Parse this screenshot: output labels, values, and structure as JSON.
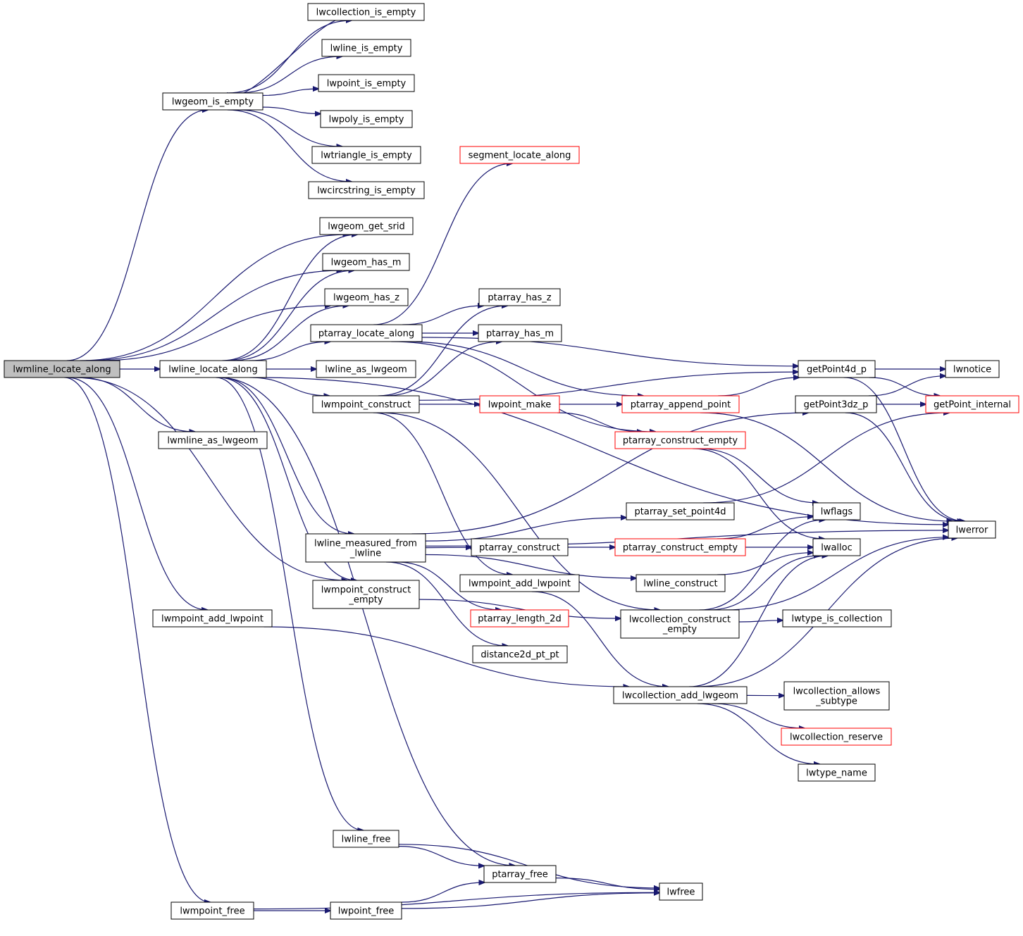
{
  "colors": {
    "edge": "#191970",
    "node_border": "#000000",
    "node_fill": "#ffffff",
    "incomplete_border": "#ff0000",
    "root_fill": "#bfbfbf",
    "text": "#000000"
  },
  "nodes": {
    "n_root": {
      "lines": [
        "lwmline_locate_along"
      ],
      "style": "root"
    },
    "n_lwline_locate_along": {
      "lines": [
        "lwline_locate_along"
      ],
      "style": "normal"
    },
    "n_lwgeom_is_empty": {
      "lines": [
        "lwgeom_is_empty"
      ],
      "style": "normal"
    },
    "n_lwcollection_is_empty": {
      "lines": [
        "lwcollection_is_empty"
      ],
      "style": "normal"
    },
    "n_lwline_is_empty": {
      "lines": [
        "lwline_is_empty"
      ],
      "style": "normal"
    },
    "n_lwpoint_is_empty": {
      "lines": [
        "lwpoint_is_empty"
      ],
      "style": "normal"
    },
    "n_lwpoly_is_empty": {
      "lines": [
        "lwpoly_is_empty"
      ],
      "style": "normal"
    },
    "n_lwtriangle_is_empty": {
      "lines": [
        "lwtriangle_is_empty"
      ],
      "style": "normal"
    },
    "n_lwcircstring_is_empty": {
      "lines": [
        "lwcircstring_is_empty"
      ],
      "style": "normal"
    },
    "n_lwgeom_get_srid": {
      "lines": [
        "lwgeom_get_srid"
      ],
      "style": "normal"
    },
    "n_lwgeom_has_m": {
      "lines": [
        "lwgeom_has_m"
      ],
      "style": "normal"
    },
    "n_lwgeom_has_z": {
      "lines": [
        "lwgeom_has_z"
      ],
      "style": "normal"
    },
    "n_ptarray_locate_along": {
      "lines": [
        "ptarray_locate_along"
      ],
      "style": "normal"
    },
    "n_lwline_as_lwgeom": {
      "lines": [
        "lwline_as_lwgeom"
      ],
      "style": "normal"
    },
    "n_lwmpoint_construct": {
      "lines": [
        "lwmpoint_construct"
      ],
      "style": "normal"
    },
    "n_lwmline_as_lwgeom": {
      "lines": [
        "lwmline_as_lwgeom"
      ],
      "style": "normal"
    },
    "n_lwline_measured_from_lwline": {
      "lines": [
        "lwline_measured_from",
        "_lwline"
      ],
      "style": "normal"
    },
    "n_lwmpoint_construct_empty": {
      "lines": [
        "lwmpoint_construct",
        "_empty"
      ],
      "style": "normal"
    },
    "n_lwmpoint_add_lwpoint_left": {
      "lines": [
        "lwmpoint_add_lwpoint"
      ],
      "style": "normal"
    },
    "n_lwline_free": {
      "lines": [
        "lwline_free"
      ],
      "style": "normal"
    },
    "n_lwmpoint_free": {
      "lines": [
        "lwmpoint_free"
      ],
      "style": "normal"
    },
    "n_segment_locate_along": {
      "lines": [
        "segment_locate_along"
      ],
      "style": "incomplete"
    },
    "n_ptarray_has_z": {
      "lines": [
        "ptarray_has_z"
      ],
      "style": "normal"
    },
    "n_ptarray_has_m": {
      "lines": [
        "ptarray_has_m"
      ],
      "style": "normal"
    },
    "n_lwpoint_make": {
      "lines": [
        "lwpoint_make"
      ],
      "style": "incomplete"
    },
    "n_ptarray_construct": {
      "lines": [
        "ptarray_construct"
      ],
      "style": "normal"
    },
    "n_lwmpoint_add_lwpoint_mid": {
      "lines": [
        "lwmpoint_add_lwpoint"
      ],
      "style": "normal"
    },
    "n_ptarray_length_2d": {
      "lines": [
        "ptarray_length_2d"
      ],
      "style": "incomplete"
    },
    "n_distance2d_pt_pt": {
      "lines": [
        "distance2d_pt_pt"
      ],
      "style": "normal"
    },
    "n_ptarray_free": {
      "lines": [
        "ptarray_free"
      ],
      "style": "normal"
    },
    "n_lwpoint_free": {
      "lines": [
        "lwpoint_free"
      ],
      "style": "normal"
    },
    "n_ptarray_append_point": {
      "lines": [
        "ptarray_append_point"
      ],
      "style": "incomplete"
    },
    "n_ptarray_construct_empty_a": {
      "lines": [
        "ptarray_construct_empty"
      ],
      "style": "incomplete"
    },
    "n_ptarray_set_point4d": {
      "lines": [
        "ptarray_set_point4d"
      ],
      "style": "normal"
    },
    "n_ptarray_construct_empty_b": {
      "lines": [
        "ptarray_construct_empty"
      ],
      "style": "incomplete"
    },
    "n_lwline_construct": {
      "lines": [
        "lwline_construct"
      ],
      "style": "normal"
    },
    "n_lwcollection_construct_empty": {
      "lines": [
        "lwcollection_construct",
        "_empty"
      ],
      "style": "normal"
    },
    "n_lwcollection_add_lwgeom": {
      "lines": [
        "lwcollection_add_lwgeom"
      ],
      "style": "normal"
    },
    "n_lwfree": {
      "lines": [
        "lwfree"
      ],
      "style": "normal"
    },
    "n_getPoint4d_p": {
      "lines": [
        "getPoint4d_p"
      ],
      "style": "normal"
    },
    "n_getPoint3dz_p": {
      "lines": [
        "getPoint3dz_p"
      ],
      "style": "normal"
    },
    "n_lwflags": {
      "lines": [
        "lwflags"
      ],
      "style": "normal"
    },
    "n_lwalloc": {
      "lines": [
        "lwalloc"
      ],
      "style": "normal"
    },
    "n_lwtype_is_collection": {
      "lines": [
        "lwtype_is_collection"
      ],
      "style": "normal"
    },
    "n_lwcollection_allows_subtype": {
      "lines": [
        "lwcollection_allows",
        "_subtype"
      ],
      "style": "normal"
    },
    "n_lwcollection_reserve": {
      "lines": [
        "lwcollection_reserve"
      ],
      "style": "incomplete"
    },
    "n_lwtype_name": {
      "lines": [
        "lwtype_name"
      ],
      "style": "normal"
    },
    "n_lwnotice": {
      "lines": [
        "lwnotice"
      ],
      "style": "normal"
    },
    "n_getPoint_internal": {
      "lines": [
        "getPoint_internal"
      ],
      "style": "incomplete"
    },
    "n_lwerror": {
      "lines": [
        "lwerror"
      ],
      "style": "normal"
    }
  },
  "edges": [
    [
      "n_root",
      "n_lwline_locate_along"
    ],
    [
      "n_root",
      "n_lwgeom_is_empty"
    ],
    [
      "n_root",
      "n_lwgeom_get_srid"
    ],
    [
      "n_root",
      "n_lwgeom_has_m"
    ],
    [
      "n_root",
      "n_lwgeom_has_z"
    ],
    [
      "n_root",
      "n_lwmline_as_lwgeom"
    ],
    [
      "n_root",
      "n_lwmpoint_add_lwpoint_left"
    ],
    [
      "n_root",
      "n_lwmpoint_free"
    ],
    [
      "n_root",
      "n_lwmpoint_construct_empty"
    ],
    [
      "n_lwgeom_is_empty",
      "n_lwcollection_is_empty"
    ],
    [
      "n_lwcollection_is_empty",
      "n_lwgeom_is_empty"
    ],
    [
      "n_lwgeom_is_empty",
      "n_lwline_is_empty"
    ],
    [
      "n_lwgeom_is_empty",
      "n_lwpoint_is_empty"
    ],
    [
      "n_lwgeom_is_empty",
      "n_lwpoly_is_empty"
    ],
    [
      "n_lwgeom_is_empty",
      "n_lwtriangle_is_empty"
    ],
    [
      "n_lwgeom_is_empty",
      "n_lwcircstring_is_empty"
    ],
    [
      "n_lwline_locate_along",
      "n_lwgeom_get_srid"
    ],
    [
      "n_lwline_locate_along",
      "n_lwgeom_has_m"
    ],
    [
      "n_lwline_locate_along",
      "n_lwgeom_has_z"
    ],
    [
      "n_lwline_locate_along",
      "n_ptarray_locate_along"
    ],
    [
      "n_lwline_locate_along",
      "n_lwline_as_lwgeom"
    ],
    [
      "n_lwline_locate_along",
      "n_lwmpoint_construct"
    ],
    [
      "n_lwline_locate_along",
      "n_lwline_measured_from_lwline"
    ],
    [
      "n_lwline_locate_along",
      "n_lwmpoint_construct_empty"
    ],
    [
      "n_lwline_locate_along",
      "n_lwline_free"
    ],
    [
      "n_lwline_locate_along",
      "n_ptarray_free"
    ],
    [
      "n_lwline_locate_along",
      "n_lwerror"
    ],
    [
      "n_ptarray_locate_along",
      "n_segment_locate_along"
    ],
    [
      "n_ptarray_locate_along",
      "n_ptarray_has_z"
    ],
    [
      "n_ptarray_locate_along",
      "n_ptarray_has_m"
    ],
    [
      "n_ptarray_locate_along",
      "n_getPoint4d_p"
    ],
    [
      "n_ptarray_locate_along",
      "n_ptarray_append_point"
    ],
    [
      "n_ptarray_locate_along",
      "n_ptarray_construct_empty_a"
    ],
    [
      "n_lwmpoint_construct",
      "n_ptarray_has_z"
    ],
    [
      "n_lwmpoint_construct",
      "n_ptarray_has_m"
    ],
    [
      "n_lwmpoint_construct",
      "n_lwpoint_make"
    ],
    [
      "n_lwmpoint_construct",
      "n_getPoint4d_p"
    ],
    [
      "n_lwmpoint_construct",
      "n_lwmpoint_add_lwpoint_mid"
    ],
    [
      "n_lwmpoint_construct",
      "n_lwcollection_construct_empty"
    ],
    [
      "n_lwpoint_make",
      "n_ptarray_append_point"
    ],
    [
      "n_lwpoint_make",
      "n_ptarray_construct_empty_a"
    ],
    [
      "n_lwline_measured_from_lwline",
      "n_getPoint3dz_p"
    ],
    [
      "n_lwline_measured_from_lwline",
      "n_ptarray_set_point4d"
    ],
    [
      "n_lwline_measured_from_lwline",
      "n_ptarray_construct"
    ],
    [
      "n_lwline_measured_from_lwline",
      "n_ptarray_length_2d"
    ],
    [
      "n_lwline_measured_from_lwline",
      "n_distance2d_pt_pt"
    ],
    [
      "n_lwline_measured_from_lwline",
      "n_lwline_construct"
    ],
    [
      "n_lwline_measured_from_lwline",
      "n_lwerror"
    ],
    [
      "n_ptarray_construct",
      "n_ptarray_construct_empty_b"
    ],
    [
      "n_lwmpoint_construct_empty",
      "n_lwcollection_construct_empty"
    ],
    [
      "n_lwmpoint_add_lwpoint_left",
      "n_lwcollection_add_lwgeom"
    ],
    [
      "n_lwmpoint_add_lwpoint_mid",
      "n_lwcollection_add_lwgeom"
    ],
    [
      "n_lwline_free",
      "n_ptarray_free"
    ],
    [
      "n_lwline_free",
      "n_lwfree"
    ],
    [
      "n_lwmpoint_free",
      "n_lwpoint_free"
    ],
    [
      "n_lwmpoint_free",
      "n_lwfree"
    ],
    [
      "n_lwpoint_free",
      "n_ptarray_free"
    ],
    [
      "n_lwpoint_free",
      "n_lwfree"
    ],
    [
      "n_ptarray_free",
      "n_lwfree"
    ],
    [
      "n_ptarray_append_point",
      "n_getPoint4d_p"
    ],
    [
      "n_ptarray_append_point",
      "n_lwerror"
    ],
    [
      "n_ptarray_construct_empty_a",
      "n_lwflags"
    ],
    [
      "n_ptarray_construct_empty_a",
      "n_lwalloc"
    ],
    [
      "n_ptarray_set_point4d",
      "n_getPoint_internal"
    ],
    [
      "n_ptarray_construct_empty_b",
      "n_lwflags"
    ],
    [
      "n_ptarray_construct_empty_b",
      "n_lwalloc"
    ],
    [
      "n_lwline_construct",
      "n_lwalloc"
    ],
    [
      "n_lwcollection_construct_empty",
      "n_lwflags"
    ],
    [
      "n_lwcollection_construct_empty",
      "n_lwalloc"
    ],
    [
      "n_lwcollection_construct_empty",
      "n_lwtype_is_collection"
    ],
    [
      "n_lwcollection_construct_empty",
      "n_lwerror"
    ],
    [
      "n_lwcollection_add_lwgeom",
      "n_lwalloc"
    ],
    [
      "n_lwcollection_add_lwgeom",
      "n_lwcollection_allows_subtype"
    ],
    [
      "n_lwcollection_add_lwgeom",
      "n_lwcollection_reserve"
    ],
    [
      "n_lwcollection_add_lwgeom",
      "n_lwtype_name"
    ],
    [
      "n_lwcollection_add_lwgeom",
      "n_lwerror"
    ],
    [
      "n_getPoint4d_p",
      "n_lwnotice"
    ],
    [
      "n_getPoint4d_p",
      "n_getPoint_internal"
    ],
    [
      "n_getPoint4d_p",
      "n_lwerror"
    ],
    [
      "n_getPoint3dz_p",
      "n_lwnotice"
    ],
    [
      "n_getPoint3dz_p",
      "n_getPoint_internal"
    ],
    [
      "n_getPoint3dz_p",
      "n_lwerror"
    ]
  ]
}
